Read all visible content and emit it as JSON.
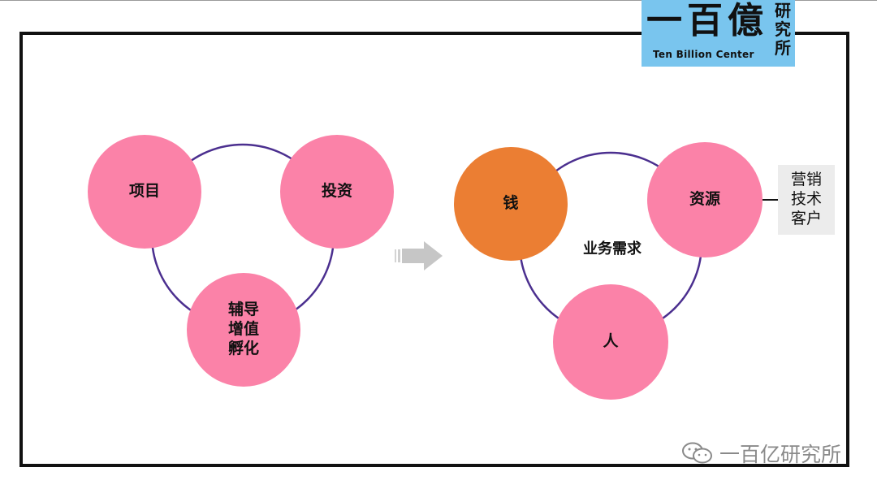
{
  "logo": {
    "main_text": "一百億",
    "side_text": [
      "研",
      "究",
      "所"
    ],
    "subtitle": "Ten Billion Center",
    "background_color": "#79c5ee"
  },
  "left_cycle": {
    "nodes": [
      {
        "label": "项目"
      },
      {
        "label": "投资"
      },
      {
        "label_lines": [
          "辅导",
          "增值",
          "孵化"
        ]
      }
    ],
    "ring_color": "#4b2f8f",
    "node_color": "#fb82a8"
  },
  "arrow": {
    "icon": "right-arrow-icon",
    "color": "#c6c6c6"
  },
  "right_cycle": {
    "center_label": "业务需求",
    "nodes": [
      {
        "label": "钱",
        "color": "#eb7e33"
      },
      {
        "label": "资源",
        "color": "#fb82a8"
      },
      {
        "label": "人",
        "color": "#fb82a8"
      }
    ],
    "ring_color": "#4b2f8f"
  },
  "resource_details": [
    "营销",
    "技术",
    "客户"
  ],
  "watermark": {
    "icon": "wechat-icon",
    "text": "一百亿研究所"
  }
}
